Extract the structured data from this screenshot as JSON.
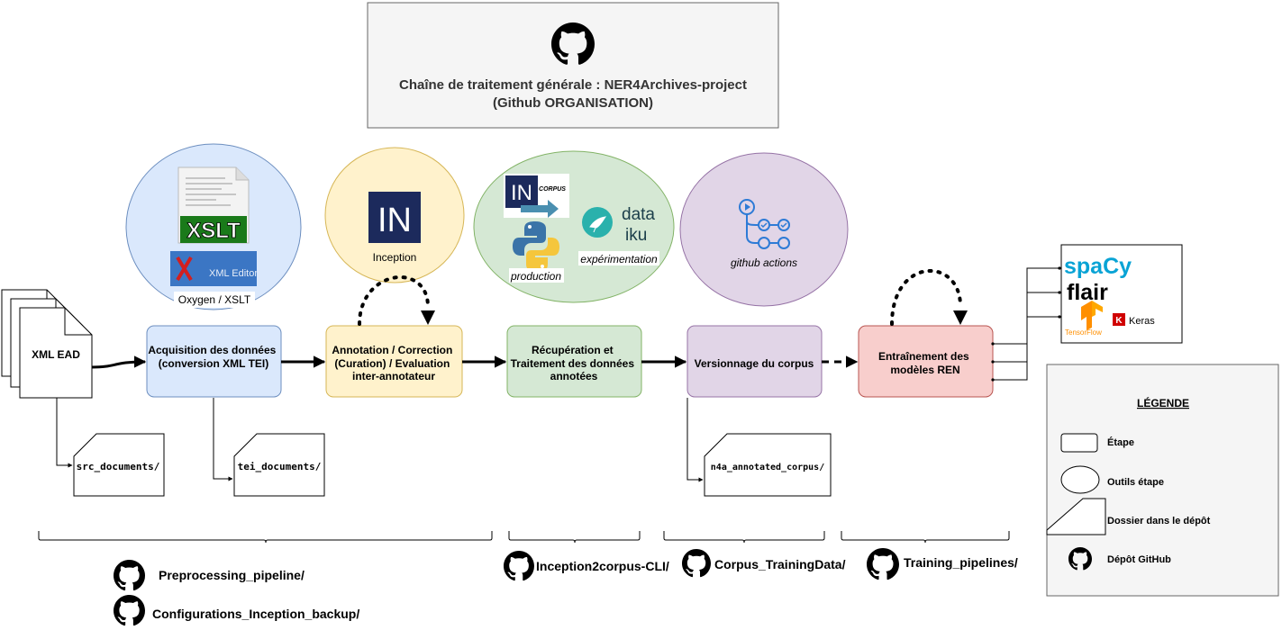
{
  "header": {
    "line1": "Chaîne de traitement générale : NER4Archives-project",
    "line2": "(Github ORGANISATION)"
  },
  "tools": {
    "xslt_logo_text": "XSLT",
    "xml_editor_text": "XML Editor",
    "oxygen_label": "Oxygen / XSLT",
    "inception_logo_text": "IN",
    "inception_label": "Inception",
    "in2corpus_logo_text": "IN",
    "in2corpus_badge": "CORPUS",
    "production_label": "production",
    "dataiku_line1": "data",
    "dataiku_line2": "iku",
    "experimentation_label": "expérimentation",
    "github_actions_label": "github actions"
  },
  "steps": {
    "xml_ead": "XML EAD",
    "acquisition": [
      "Acquisition des données",
      "(conversion XML TEI)"
    ],
    "annotation": [
      "Annotation / Correction",
      "(Curation) / Evaluation",
      "inter-annotateur"
    ],
    "recuperation": [
      "Récupération et",
      "Traitement des données",
      "annotées"
    ],
    "versionnage": [
      "Versionnage du corpus"
    ],
    "entrainement": [
      "Entraînement des",
      "modèles REN"
    ]
  },
  "folders": {
    "src": "src_documents/",
    "tei": "tei_documents/",
    "n4a": "n4a_annotated_corpus/"
  },
  "libraries": {
    "spacy": "spaCy",
    "flair": "flair",
    "tensorflow": "TensorFlow",
    "keras_badge": "K",
    "keras": "Keras"
  },
  "repos": {
    "preprocessing": "Preprocessing_pipeline/",
    "configurations": "Configurations_Inception_backup/",
    "inception2corpus": "Inception2corpus-CLI/",
    "corpus": "Corpus_TrainingData/",
    "training": "Training_pipelines/"
  },
  "legend": {
    "title": "LÉGENDE",
    "step": "Étape",
    "tools": "Outils étape",
    "folder": "Dossier dans le dépôt",
    "repo": "Dépôt GitHub"
  },
  "colors": {
    "blue_fill": "#dae8fc",
    "blue_stroke": "#6c8ebf",
    "yellow_fill": "#fff2cc",
    "yellow_stroke": "#d6b656",
    "green_fill": "#d5e8d4",
    "green_stroke": "#82b366",
    "purple_fill": "#e1d5e7",
    "purple_stroke": "#9673a6",
    "red_fill": "#f8cecc",
    "red_stroke": "#b85450",
    "header_fill": "#f5f5f5",
    "legend_fill": "#f5f5f5"
  },
  "icons": [
    "github-icon",
    "xslt-file-icon",
    "xml-editor-icon",
    "inception-logo-icon",
    "python-icon",
    "dataiku-bird-icon",
    "github-actions-icon",
    "tensorflow-icon",
    "keras-icon"
  ]
}
